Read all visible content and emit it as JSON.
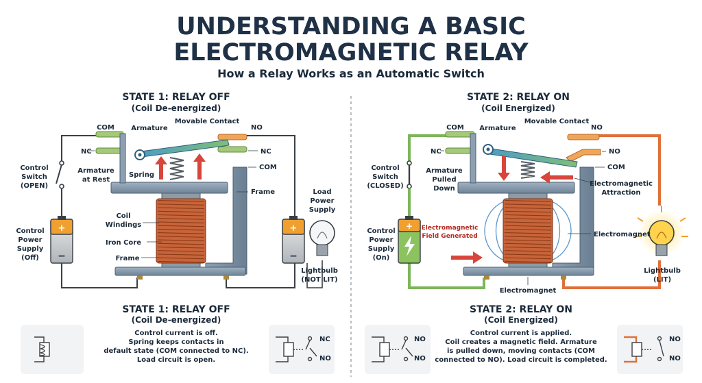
{
  "title": {
    "line1": "UNDERSTANDING A BASIC",
    "line2": "ELECTROMAGNETIC RELAY",
    "subtitle": "How a Relay Works as an Automatic Switch"
  },
  "state1": {
    "heading": "STATE 1: RELAY OFF",
    "subheading": "(Coil De-energized)",
    "labels": {
      "com": "COM",
      "no": "NO",
      "nc_left": "NC",
      "nc_right": "NC",
      "com_right": "COM",
      "armature": "Armature",
      "movable_contact": "Movable Contact",
      "spring": "Spring",
      "armature_rest_1": "Armature",
      "armature_rest_2": "at Rest",
      "control_switch_1": "Control",
      "control_switch_2": "Switch",
      "control_switch_3": "(OPEN)",
      "frame_right": "Frame",
      "coil_windings_1": "Coil",
      "coil_windings_2": "Windings",
      "iron_core": "Iron Core",
      "frame_bottom": "Frame",
      "power_1": "Control",
      "power_2": "Power",
      "power_3": "Supply",
      "power_4": "(Off)",
      "load_1": "Load",
      "load_2": "Power",
      "load_3": "Supply",
      "bulb_1": "Lightbulb",
      "bulb_2": "(NOT LIT)"
    },
    "summary": {
      "heading": "STATE 1: RELAY OFF",
      "subheading": "(Coil De-energized)",
      "line1": "Control current is off.",
      "line2": "Spring keeps contacts in",
      "line3": "default state (COM connected to NC).",
      "line4": "Load circuit is open."
    },
    "symbol_right": {
      "nc": "NC",
      "no": "NO"
    }
  },
  "state2": {
    "heading": "STATE 2: RELAY ON",
    "subheading": "(Coil Energized)",
    "labels": {
      "com": "COM",
      "no": "NO",
      "nc_left": "NC",
      "no_right": "NO",
      "com_right": "COM",
      "armature": "Armature",
      "movable_contact": "Movable Contact",
      "control_switch_1": "Control",
      "control_switch_2": "Switch",
      "control_switch_3": "(CLOSED)",
      "pulled_1": "Armature",
      "pulled_2": "Pulled",
      "pulled_3": "Down",
      "attraction_1": "Electromagnetic",
      "attraction_2": "Attraction",
      "field_1": "Electromagnetic",
      "field_2": "Field Generated",
      "electromagnet_right": "Electromagnet",
      "electromagnet_bottom": "Electromagnet",
      "power_1": "Control",
      "power_2": "Power",
      "power_3": "Supply",
      "power_4": "(On)",
      "bulb_1": "Lightbulb",
      "bulb_2": "(LIT)"
    },
    "summary": {
      "heading": "STATE 2: RELAY ON",
      "subheading": "(Coil Energized)",
      "line1": "Control current is applied.",
      "line2": "Coil creates a magnetic field. Armature",
      "line3": "is pulled down, moving contacts (COM",
      "line4": "connected to NO). Load circuit is completed."
    },
    "symbol_left": {
      "no_top": "NO",
      "no_bottom": "NO"
    },
    "symbol_right": {
      "no_top": "NO",
      "no_bottom": "NO"
    }
  },
  "battery_symbols": {
    "plus": "+",
    "minus": "−"
  },
  "colors": {
    "title": "#1f3146",
    "frame": "#7f93a6",
    "copper": "#c8643a",
    "wire_off": "#3a3f45",
    "wire_on_green": "#7db65a",
    "wire_on_orange": "#e0703a",
    "field_blue": "#3b84c4",
    "arrow_red": "#d8453a",
    "battery": "#f0a030",
    "panel_bg": "#f1f3f5"
  }
}
